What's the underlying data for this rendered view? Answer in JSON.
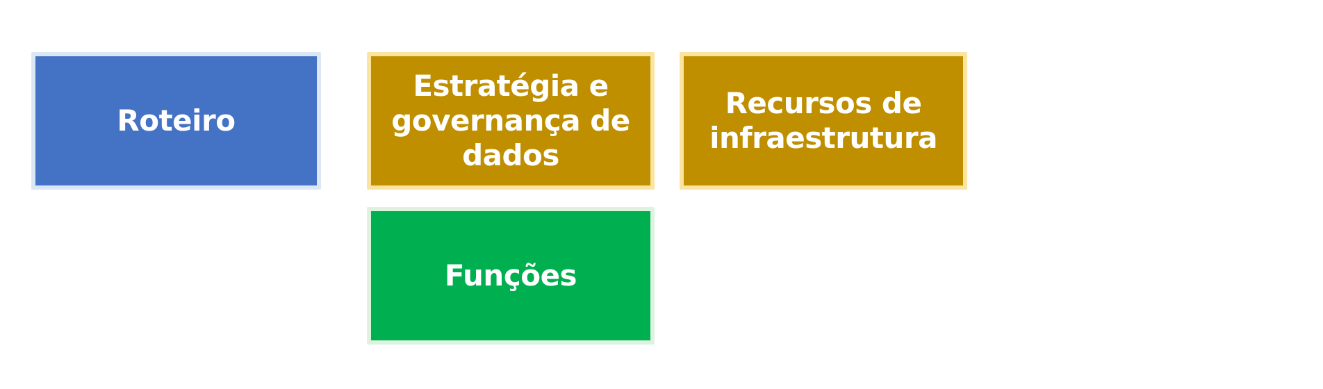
{
  "diagram": {
    "nodes": [
      {
        "id": "roteiro",
        "label": "Roteiro",
        "fill": "#4472C4",
        "border": "#DCE7F6",
        "row": 1,
        "col": 1
      },
      {
        "id": "estrategia",
        "label": "Estratégia e governança de dados",
        "fill": "#BF8F00",
        "border": "#FBE3A0",
        "row": 1,
        "col": 2
      },
      {
        "id": "recursos",
        "label": "Recursos de infraestrutura",
        "fill": "#BF8F00",
        "border": "#FBE3A0",
        "row": 1,
        "col": 3
      },
      {
        "id": "funcoes",
        "label": "Funções",
        "fill": "#00B050",
        "border": "#DDF2DF",
        "row": 2,
        "col": 2
      }
    ],
    "text_color": "#FFFFFF",
    "background": "#FFFFFF"
  }
}
